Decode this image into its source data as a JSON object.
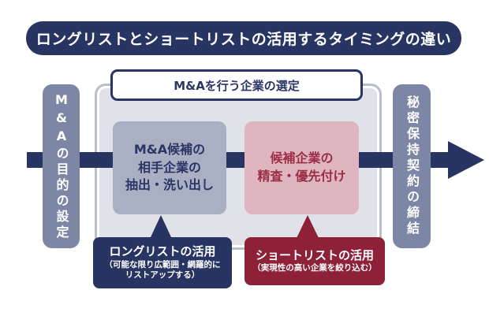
{
  "title": "ロングリストとショートリストの活用するタイミングの違い",
  "flow": {
    "left_stage": "M&Aの目的の設定",
    "selection_header": "M&Aを行う企業の選定",
    "step1_lines": [
      "M&A候補の",
      "相手企業の",
      "抽出・洗い出し"
    ],
    "step2_lines": [
      "候補企業の",
      "精査・優先付け"
    ],
    "right_stage": "秘密保持契約の締結"
  },
  "callouts": {
    "long_list": {
      "title": "ロングリストの活用",
      "desc_lines": [
        "（可能な限り広範囲・網羅的に",
        "リストアップする）"
      ]
    },
    "short_list": {
      "title": "ショートリストの活用",
      "desc_lines": [
        "（実現性の高い企業を絞り込む）"
      ]
    }
  },
  "colors": {
    "navy": "#283462",
    "steel_blue": "#7d87a5",
    "step1_fill": "#a9b0c3",
    "step2_fill": "#dfb6c0",
    "red_text": "#9b2e45",
    "dark_red": "#8d2137",
    "container_fill": "#e1e2e9",
    "container_border": "#b9becd",
    "white": "#ffffff"
  }
}
